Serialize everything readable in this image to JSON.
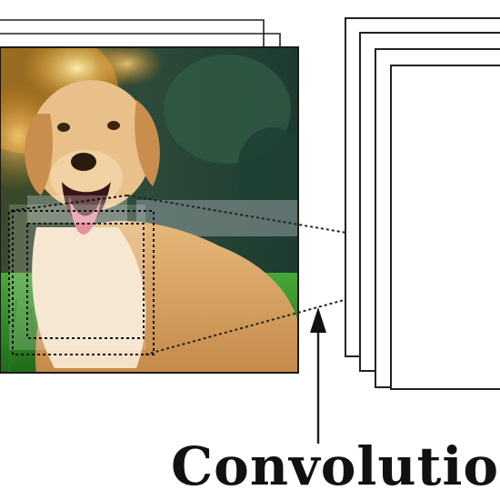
{
  "diagram": {
    "caption": "Convolution",
    "input_image": "dog-photo",
    "stack_left_layers": 3,
    "stack_right_layers": 4
  }
}
